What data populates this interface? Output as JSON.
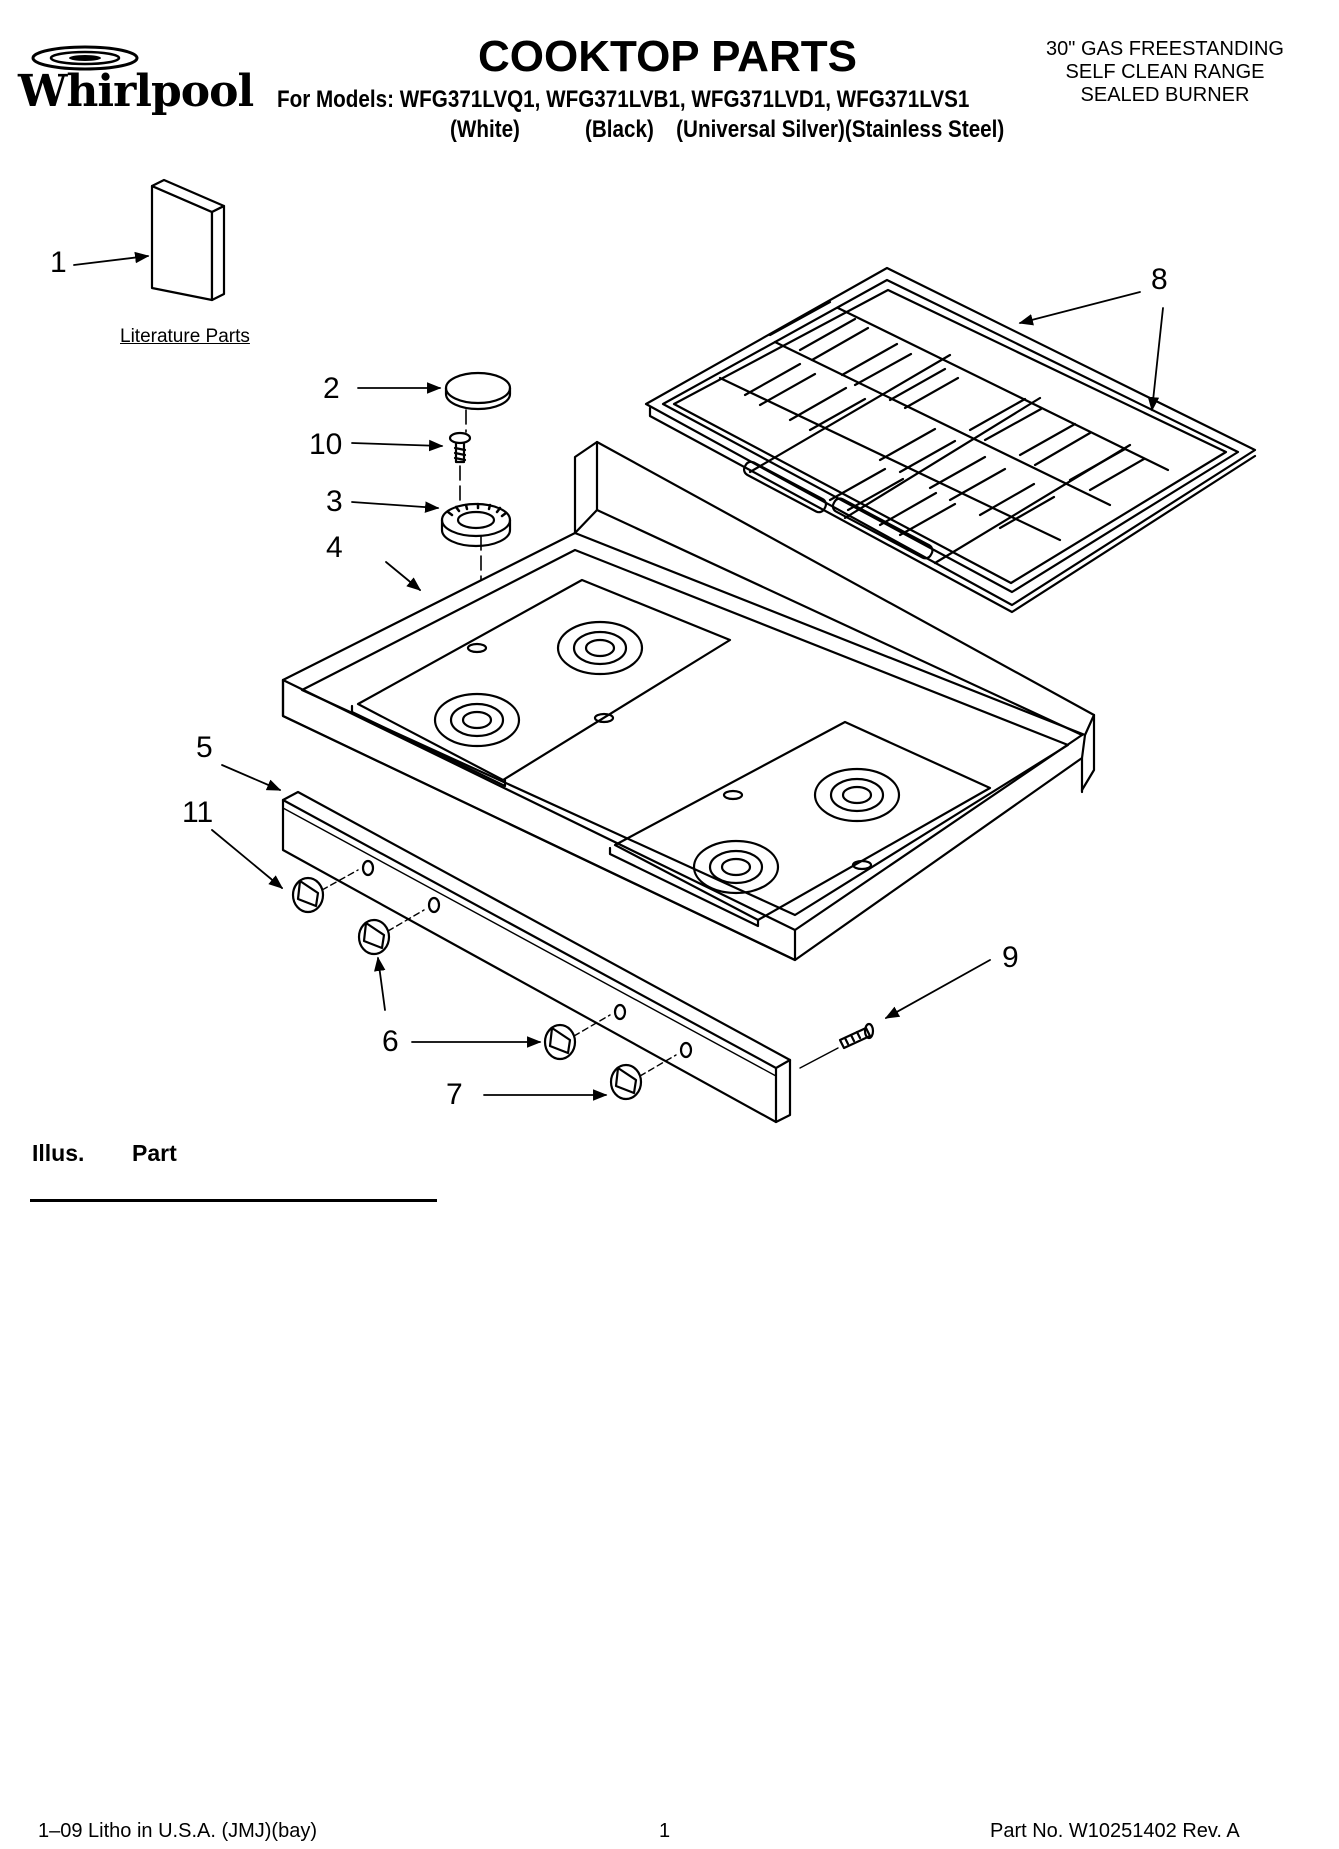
{
  "header": {
    "brand": "Whirlpool",
    "title": "COOKTOP PARTS",
    "models_line": "For Models: WFG371LVQ1, WFG371LVB1, WFG371LVD1, WFG371LVS1",
    "finishes": [
      "(White)",
      "(Black)",
      "(Universal Silver)",
      "(Stainless Steel)"
    ],
    "product_lines": [
      "30\" GAS FREESTANDING",
      "SELF CLEAN RANGE",
      "SEALED BURNER"
    ]
  },
  "diagram": {
    "callouts": [
      "1",
      "2",
      "10",
      "3",
      "4",
      "8",
      "5",
      "11",
      "6",
      "7",
      "9"
    ],
    "literature_label": "Literature Parts"
  },
  "parts_table": {
    "headers": [
      "Illus.",
      "Part"
    ]
  },
  "footer": {
    "left": "1–09 Litho in U.S.A. (JMJ)(bay)",
    "center": "1",
    "right": "Part No. W10251402 Rev. A"
  }
}
